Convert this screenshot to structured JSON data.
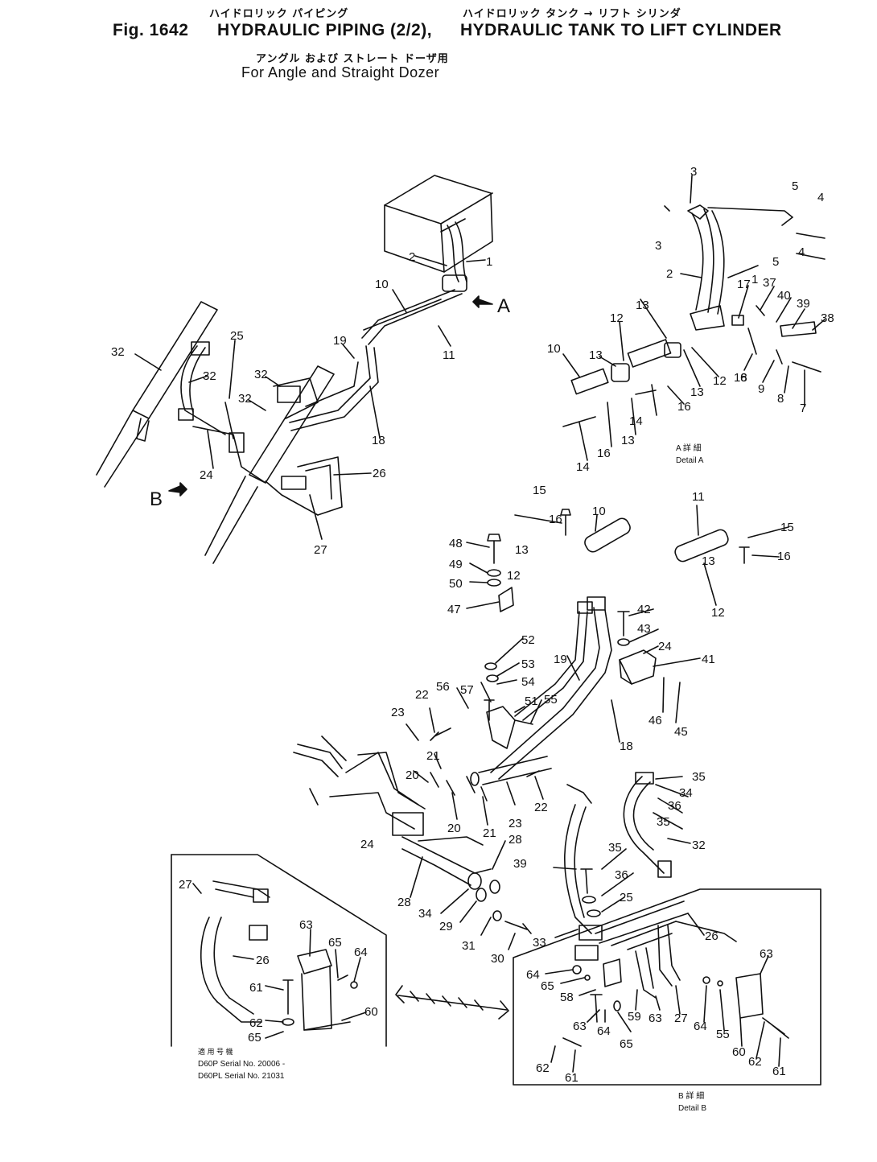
{
  "header": {
    "jp_line1_left": "ハイドロリック パイピング",
    "jp_line1_right": "ハイドロリック タンク → リフト シリンダ",
    "fig_label": "Fig. 1642",
    "title_left": "HYDRAULIC PIPING (2/2),",
    "title_right": "HYDRAULIC TANK TO LIFT CYLINDER",
    "jp_line2": "アングル および ストレート ドーザ用",
    "subtitle": "For Angle and Straight Dozer"
  },
  "view_labels": {
    "arrow_a": "A",
    "arrow_b": "B",
    "detail_a_jp": "A 詳 細",
    "detail_a": "Detail A",
    "detail_b_jp": "B 詳 細",
    "detail_b": "Detail B",
    "serial_jp": "適 用 号 機",
    "serial_line1": "D60P  Serial No. 20006 -",
    "serial_line2": "D60PL Serial No. 21031"
  },
  "callouts": {
    "overview": [
      "32",
      "32",
      "25",
      "32",
      "32",
      "19",
      "10",
      "11",
      "2",
      "1",
      "18",
      "24",
      "26",
      "27"
    ],
    "detail_a": [
      "3",
      "3",
      "5",
      "4",
      "5",
      "4",
      "2",
      "1",
      "17",
      "37",
      "40",
      "39",
      "38",
      "13",
      "12",
      "18",
      "10",
      "13",
      "13",
      "12",
      "6",
      "9",
      "8",
      "7",
      "14",
      "16",
      "13",
      "16",
      "14"
    ],
    "main": [
      "15",
      "16",
      "13",
      "10",
      "11",
      "15",
      "16",
      "48",
      "49",
      "50",
      "12",
      "13",
      "12",
      "47",
      "42",
      "43",
      "24",
      "41",
      "52",
      "53",
      "54",
      "19",
      "56",
      "57",
      "51",
      "55",
      "22",
      "23",
      "21",
      "18",
      "46",
      "45",
      "20",
      "20",
      "21",
      "23",
      "22",
      "35",
      "34",
      "36",
      "35",
      "32",
      "24",
      "28",
      "39",
      "35",
      "36",
      "25",
      "28",
      "34",
      "29",
      "31",
      "30",
      "33",
      "26"
    ],
    "inset": [
      "27",
      "26",
      "63",
      "65",
      "64",
      "61",
      "62",
      "65",
      "60"
    ],
    "detail_b": [
      "63",
      "64",
      "65",
      "58",
      "63",
      "64",
      "65",
      "59",
      "63",
      "27",
      "64",
      "55",
      "60",
      "62",
      "61",
      "62",
      "61"
    ]
  },
  "colors": {
    "ink": "#111111",
    "paper": "#ffffff"
  }
}
